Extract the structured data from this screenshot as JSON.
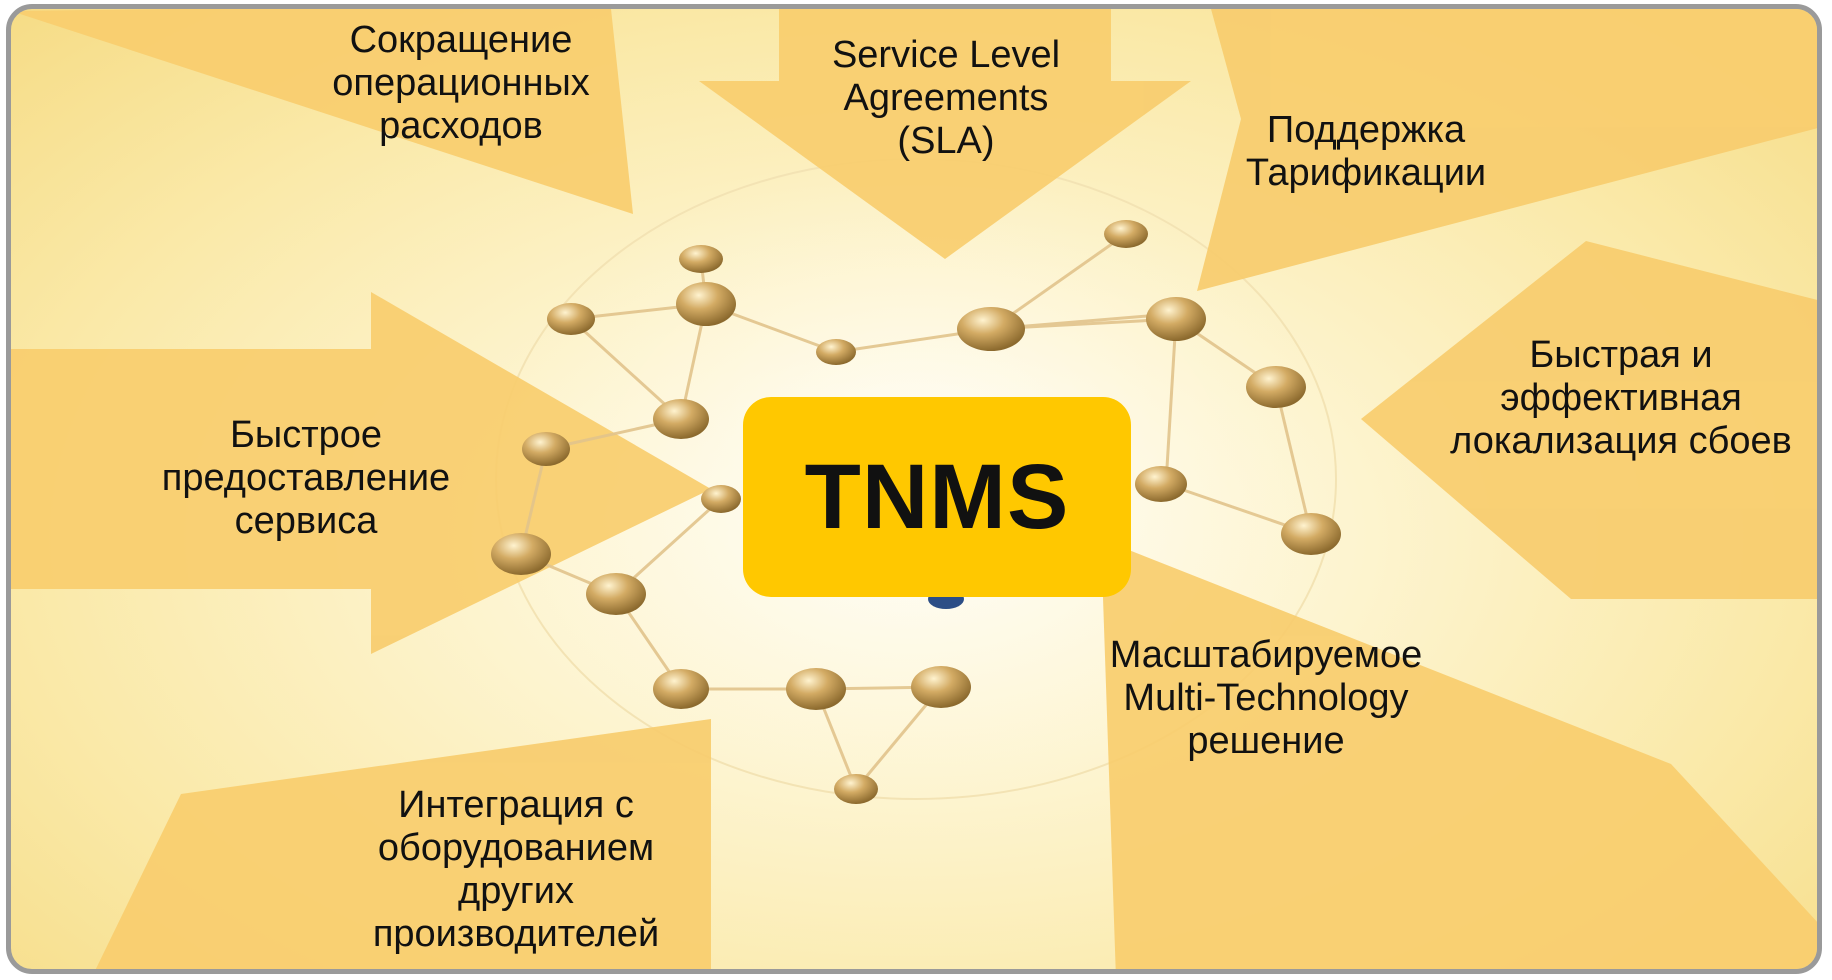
{
  "center": {
    "label": "TNMS",
    "color": "#ffc800"
  },
  "drivers": [
    {
      "text": "Сокращение\nоперационных\nрасходов"
    },
    {
      "text": "Service Level\nAgreements\n(SLA)"
    },
    {
      "text": "Поддержка\nТарификации"
    },
    {
      "text": "Быстрая и\nэффективная\nлокализация сбоев"
    },
    {
      "text": "Масштабируемое\nMulti-Technology\nрешение"
    },
    {
      "text": "Интеграция с\nоборудованием\nдругих\nпроизводителей"
    },
    {
      "text": "Быстрое\nпредоставление\nсервиса"
    }
  ],
  "colors": {
    "arrow": "#f8cd6e",
    "background": "#fbeec0",
    "frame": "#9a9a9a",
    "node": "#c9a05a"
  }
}
